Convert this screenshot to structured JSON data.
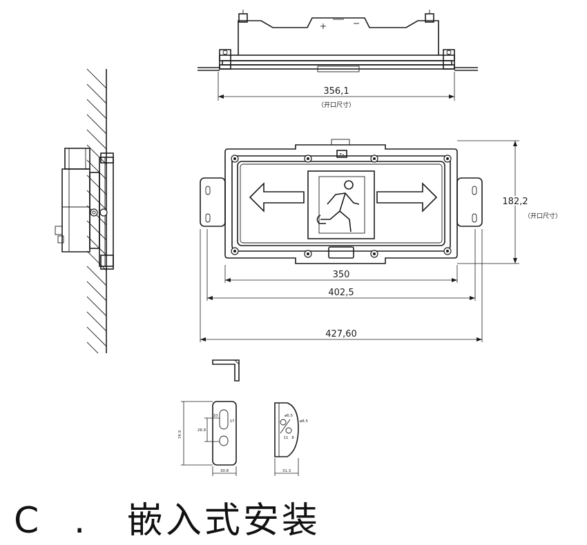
{
  "dimensions": {
    "top_width": "356,1",
    "top_note": "（开口尺寸）",
    "height": "182,2",
    "height_note": "（开口尺寸）",
    "inner_width": "350",
    "mid_width": "402,5",
    "overall_width": "427,60"
  },
  "sign": {
    "ex_label": "Ex"
  },
  "bracket_left": {
    "height": "74.9",
    "hole_spacing": "26.9",
    "width": "30.8",
    "small_a": "10",
    "small_b": "17"
  },
  "bracket_right": {
    "hole_a": "ø6.5",
    "hole_b": "ø8.5",
    "dim_a": "11",
    "dim_b": "8",
    "width": "31.3"
  },
  "caption": {
    "letter": "C",
    "dot": ".",
    "text": "嵌入式安装"
  }
}
